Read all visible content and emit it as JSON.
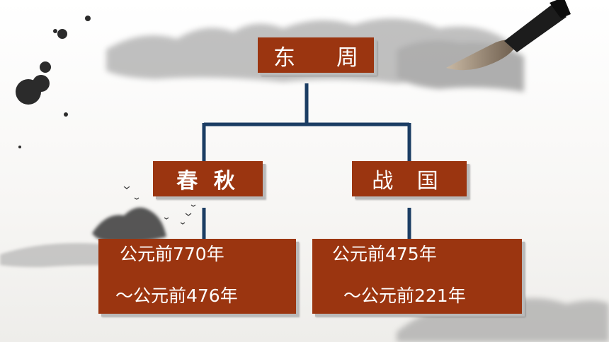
{
  "colors": {
    "box_fill": "#9b3510",
    "box_text": "#ffffff",
    "connector": "#1b3d63",
    "ink": "#2b2b2b"
  },
  "decor": {
    "mountains": "ink-wash-mountain",
    "brush": "calligraphy-brush",
    "splashes": "ink-splash",
    "birds": "flying-birds"
  },
  "diagram": {
    "root": {
      "char1": "东",
      "char2": "周"
    },
    "branches": [
      {
        "name": "春 秋",
        "period_start": "公元前770年",
        "period_end": "～公元前476年"
      },
      {
        "name": "战 国",
        "period_start": "公元前475年",
        "period_end": "～公元前221年"
      }
    ]
  }
}
